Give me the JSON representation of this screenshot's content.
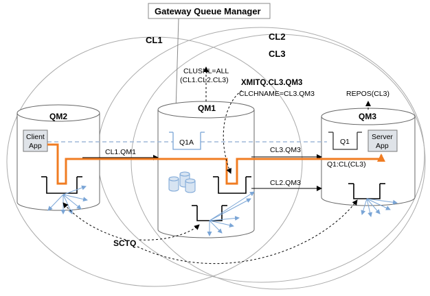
{
  "title": "Gateway Queue Manager",
  "clusters": {
    "cl1": "CL1",
    "cl2": "CL2",
    "cl3": "CL3"
  },
  "queue_managers": {
    "qm1": "QM1",
    "qm2": "QM2",
    "qm3": "QM3"
  },
  "apps": {
    "client": [
      "Client",
      "App"
    ],
    "server": [
      "Server",
      "App"
    ]
  },
  "queues": {
    "q1a": "Q1A",
    "q1": "Q1"
  },
  "labels": {
    "clusnl_1": "CLUSNL=ALL",
    "clusnl_2": "(CL1.CL2.CL3)",
    "xmitq": "XMITQ.CL3.QM3",
    "clchname": "CLCHNAME=CL3.QM3",
    "repos": "REPOS(CL3)",
    "q1_cl": "Q1:CL(CL3)",
    "sctq": "SCTQ"
  },
  "channels": {
    "cl1_qm1": "CL1.QM1",
    "cl3_qm3": "CL3.QM3",
    "cl2_qm3": "CL2.QM3"
  },
  "colors": {
    "message_path": "#f07c22",
    "dashed_blue": "#9fb8d8",
    "arrow_blue": "#7aa5d6",
    "cylinder_fill": "#ffffff",
    "app_box_fill": "#dfe3e8",
    "db_fill": "#d7e4f2"
  }
}
